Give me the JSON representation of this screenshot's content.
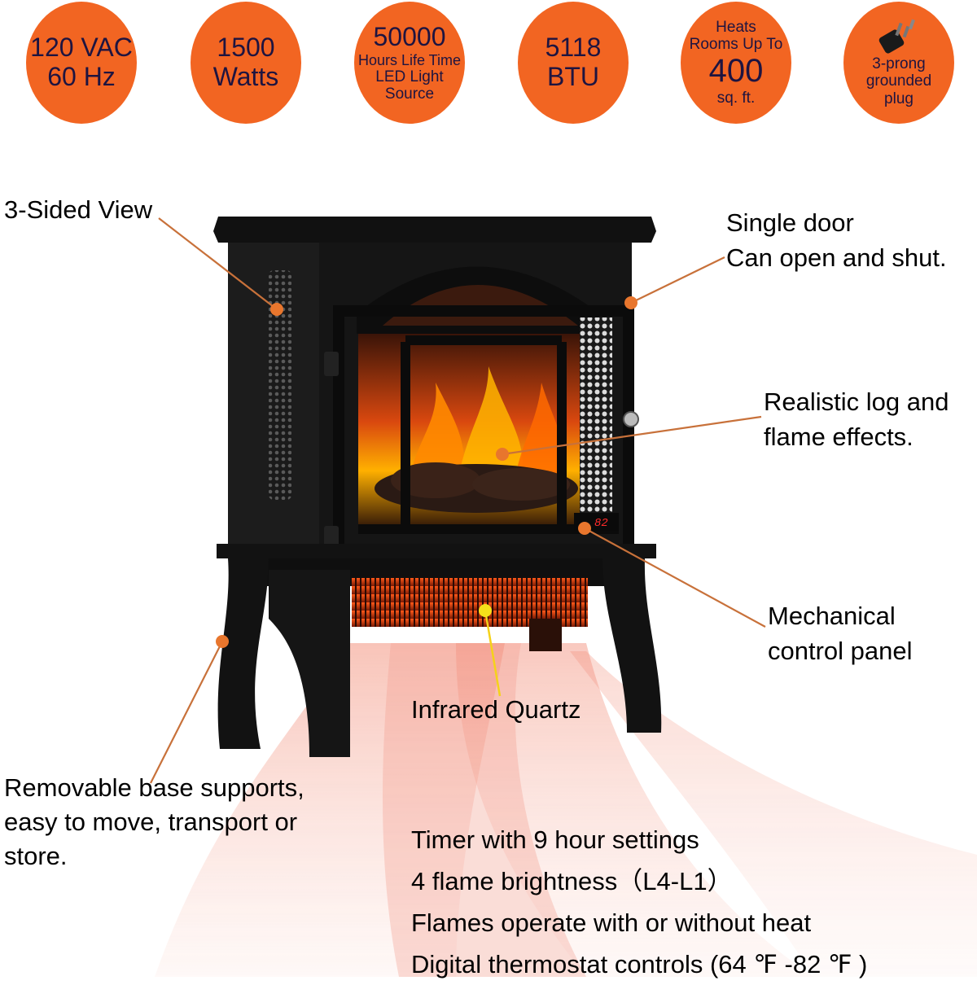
{
  "badges": [
    {
      "lines": [
        "120 VAC",
        "60 Hz"
      ]
    },
    {
      "lines": [
        "1500",
        "Watts"
      ]
    },
    {
      "lines": [
        "50000",
        "Hours Life Time",
        "LED Light",
        "Source"
      ]
    },
    {
      "lines": [
        "5118",
        "BTU"
      ]
    },
    {
      "lines": [
        "Heats",
        "Rooms Up To",
        "400",
        "sq. ft."
      ]
    },
    {
      "icon": "plug-icon",
      "lines": [
        "3-prong",
        "grounded",
        "plug"
      ]
    }
  ],
  "callouts": {
    "three_sided": "3-Sided View",
    "single_door": [
      "Single door",
      "Can open and shut."
    ],
    "log_flame": [
      "Realistic log and",
      "flame effects."
    ],
    "control_panel": [
      "Mechanical",
      "control panel"
    ],
    "infrared": "Infrared Quartz",
    "base": [
      "Removable base supports,",
      "easy to move, transport or",
      "store."
    ]
  },
  "display_readout": "82",
  "features": [
    "Timer with 9 hour settings",
    "4 flame brightness（L4-L1）",
    "Flames operate with or without heat",
    "Digital thermostat controls (64 ℉ -82 ℉ )"
  ],
  "colors": {
    "badge": "#f26522",
    "badge_text": "#1e1440",
    "callout_line": "#c8713a",
    "callout_dot": "#e8762d",
    "infrared_dot": "#f5e11a",
    "heat_wave": "#f08a78",
    "body": "#141414"
  }
}
